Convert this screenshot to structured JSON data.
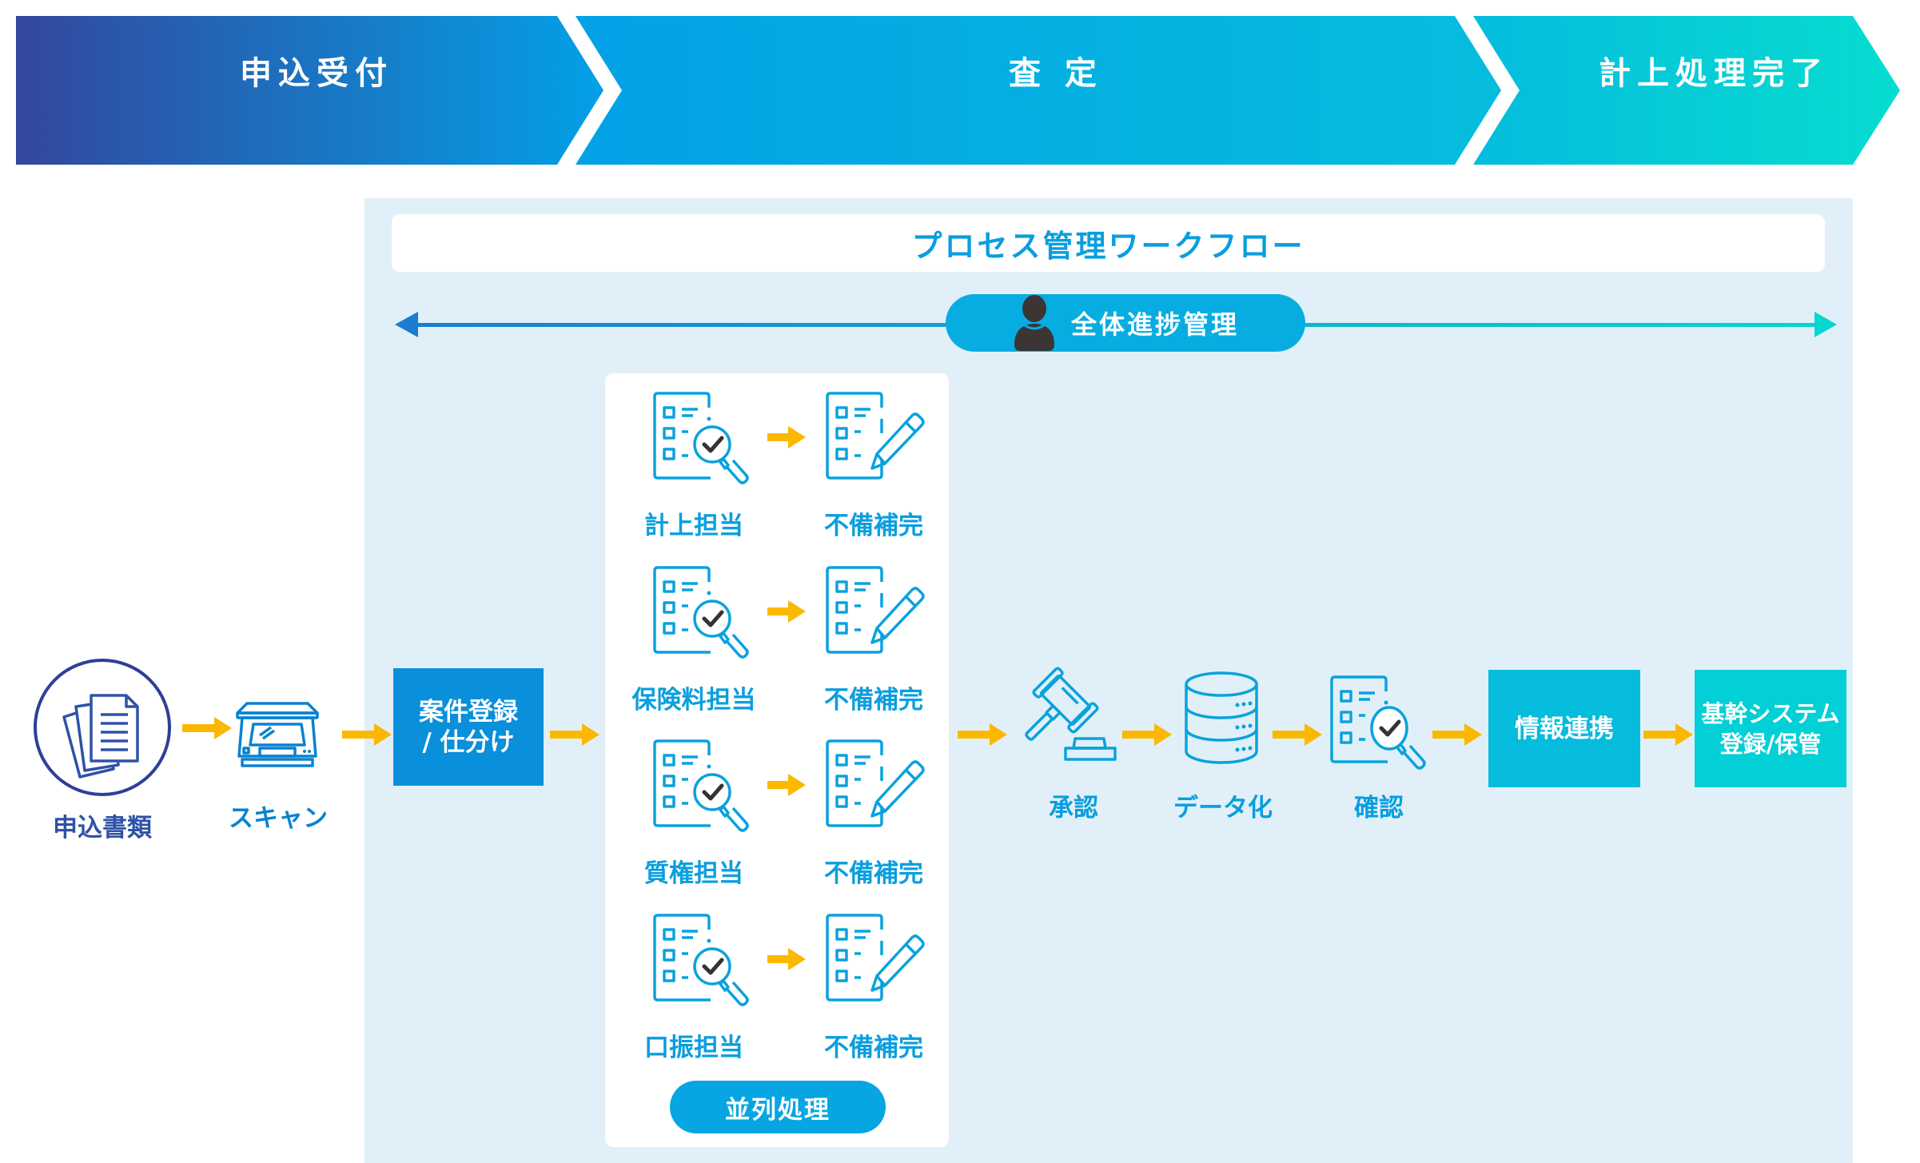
{
  "stages": [
    {
      "label": "申込受付"
    },
    {
      "label": "査 定"
    },
    {
      "label": "計上処理完了"
    }
  ],
  "workflow": {
    "title": "プロセス管理ワークフロー",
    "overall": {
      "label": "全体進捗管理",
      "icon": "person-icon"
    }
  },
  "intake": {
    "documents": {
      "label": "申込書類",
      "icon": "documents-icon"
    },
    "scan": {
      "label": "スキャン",
      "icon": "scanner-icon"
    }
  },
  "registration": {
    "label_line1": "案件登録",
    "label_line2": "/ 仕分け"
  },
  "parallel": {
    "label": "並列処理",
    "rows": [
      {
        "reviewer": "計上担当",
        "fix": "不備補完"
      },
      {
        "reviewer": "保険料担当",
        "fix": "不備補完"
      },
      {
        "reviewer": "質権担当",
        "fix": "不備補完"
      },
      {
        "reviewer": "口振担当",
        "fix": "不備補完"
      }
    ]
  },
  "steps": [
    {
      "label": "承認",
      "icon": "gavel-icon"
    },
    {
      "label": "データ化",
      "icon": "database-icon"
    },
    {
      "label": "確認",
      "icon": "checklist-search-icon"
    }
  ],
  "outputs": [
    {
      "label_line1": "情報連携",
      "label_line2": ""
    },
    {
      "label_line1": "基幹システム",
      "label_line2": "登録/保管"
    }
  ],
  "colors": {
    "banner_start": "#33479d",
    "banner_mid": "#03a0e6",
    "banner_end": "#06dcd0",
    "arrow": "#fbb800",
    "icon": "#0aa2dd",
    "box_registration": "#0a8fdb",
    "box_info": "#06bcdc",
    "box_core": "#03cfd6"
  }
}
